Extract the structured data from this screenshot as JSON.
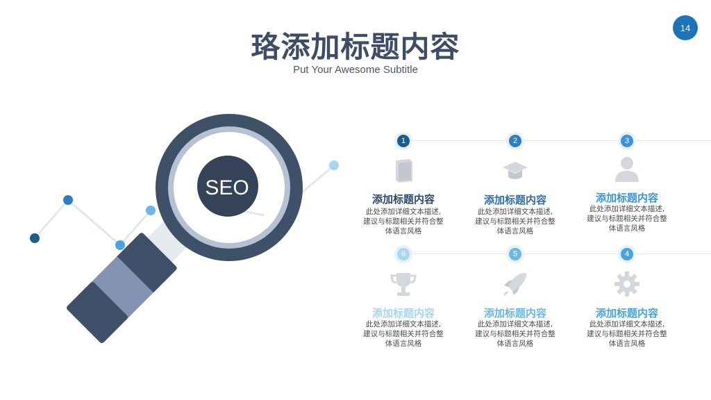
{
  "page_number": "14",
  "title": "珞添加标题内容",
  "subtitle": "Put Your Awesome Subtitle",
  "seo_label": "SEO",
  "items": [
    {
      "num": "1",
      "title": "添加标题内容",
      "desc1": "此处添加详细文本描述,",
      "desc2": "建议与标题相关并符合整",
      "desc3": "体语言风格",
      "icon": "book-icon",
      "num_color": "#1e5a8a",
      "title_color": "#2a4a6b"
    },
    {
      "num": "2",
      "title": "添加标题内容",
      "desc1": "此处添加详细文本描述,",
      "desc2": "建议与标题相关并符合整",
      "desc3": "体语言风格",
      "icon": "graduation-cap-icon",
      "num_color": "#2f7fbf",
      "title_color": "#2f6ea8"
    },
    {
      "num": "3",
      "title": "添加标题内容",
      "desc1": "此处添加详细文本描述,",
      "desc2": "建议与标题相关并符合整",
      "desc3": "体语言风格",
      "icon": "user-icon",
      "num_color": "#3c95d2",
      "title_color": "#3c95d2"
    },
    {
      "num": "4",
      "title": "添加标题内容",
      "desc1": "此处添加详细文本描述,",
      "desc2": "建议与标题相关并符合整",
      "desc3": "体语言风格",
      "icon": "gear-icon",
      "num_color": "#4aa3dd",
      "title_color": "#4aa3dd"
    },
    {
      "num": "5",
      "title": "添加标题内容",
      "desc1": "此处添加详细文本描述,",
      "desc2": "建议与标题相关并符合整",
      "desc3": "体语言风格",
      "icon": "rocket-icon",
      "num_color": "#6bb8e6",
      "title_color": "#6bb8e6"
    },
    {
      "num": "6",
      "title": "添加标题内容",
      "desc1": "此处添加详细文本描述,",
      "desc2": "建议与标题相关并符合整",
      "desc3": "体语言风格",
      "icon": "trophy-icon",
      "num_color": "#a9d5f0",
      "title_color": "#a9d5f0"
    }
  ]
}
